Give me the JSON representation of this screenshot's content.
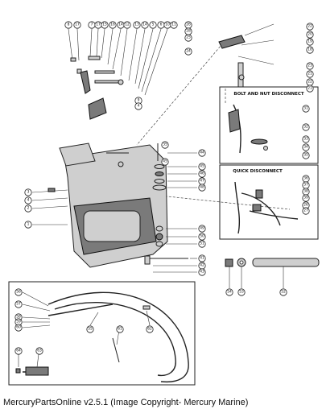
{
  "caption": "MercuryPartsOnline v2.5.1 (Image Copyright- Mercury Marine)",
  "box_titles": {
    "bolt_nut": "BOLT AND NUT DISCONNECT",
    "quick": "QUICK DISCONNECT"
  },
  "callouts": [
    "8",
    "17",
    "7",
    "17",
    "15",
    "16",
    "14",
    "12",
    "13",
    "14",
    "5",
    "6",
    "10",
    "11",
    "26",
    "28",
    "25",
    "24",
    "22",
    "20",
    "19",
    "18",
    "23",
    "21",
    "22",
    "21",
    "9",
    "4",
    "31",
    "32",
    "33",
    "34",
    "35",
    "36",
    "37",
    "38",
    "39",
    "26",
    "27",
    "35",
    "45",
    "44",
    "45",
    "46",
    "47",
    "48",
    "3",
    "4",
    "2",
    "1",
    "49",
    "50",
    "51",
    "41",
    "42",
    "43",
    "54",
    "53",
    "52",
    "56",
    "57",
    "58",
    "59",
    "60",
    "55",
    "61",
    "62",
    "64",
    "63"
  ]
}
